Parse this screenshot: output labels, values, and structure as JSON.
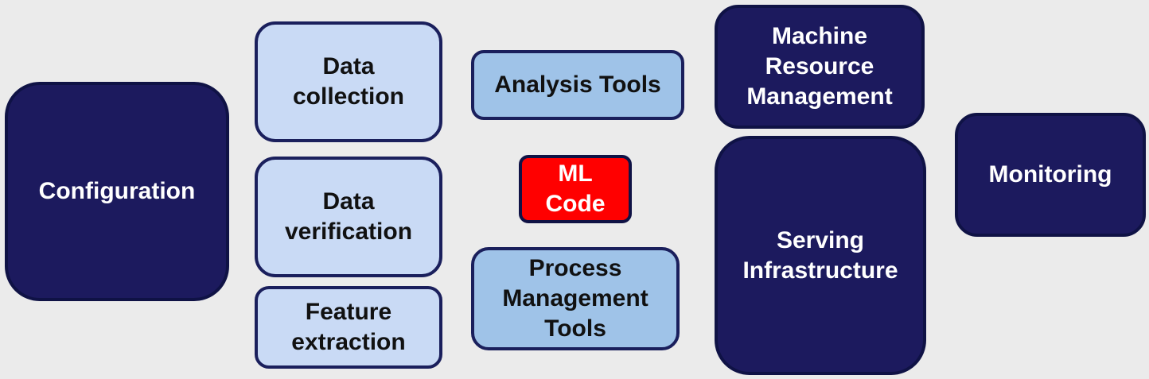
{
  "diagram": {
    "boxes": {
      "configuration": "Configuration",
      "data_collection": "Data\ncollection",
      "data_verification": "Data\nverification",
      "feature_extraction": "Feature\nextraction",
      "analysis_tools": "Analysis Tools",
      "ml_code": "ML\nCode",
      "process_management_tools": "Process\nManagement\nTools",
      "machine_resource_management": "Machine\nResource\nManagement",
      "serving_infrastructure": "Serving\nInfrastructure",
      "monitoring": "Monitoring"
    },
    "colors": {
      "dark_navy": "#1c1a5e",
      "light_blue": "#c9daf5",
      "medium_blue": "#9fc3e8",
      "ml_red": "#ff0000",
      "background": "#ebebeb"
    }
  }
}
